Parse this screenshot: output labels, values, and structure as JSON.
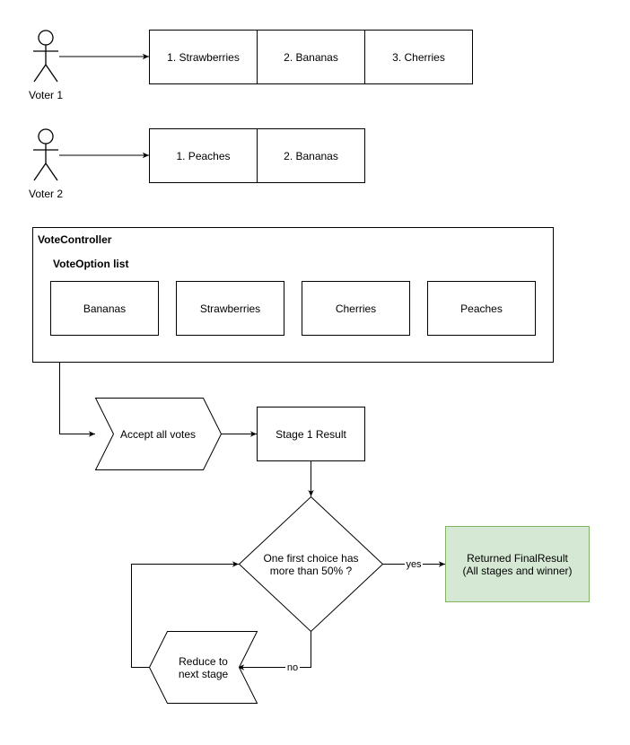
{
  "voters": [
    {
      "label": "Voter 1",
      "choices": [
        "1. Strawberries",
        "2. Bananas",
        "3. Cherries"
      ]
    },
    {
      "label": "Voter 2",
      "choices": [
        "1. Peaches",
        "2. Bananas"
      ]
    }
  ],
  "controller": {
    "title": "VoteController",
    "list_title": "VoteOption list",
    "options": [
      "Bananas",
      "Strawberries",
      "Cherries",
      "Peaches"
    ]
  },
  "flow": {
    "accept": "Accept all votes",
    "stage_result": "Stage 1 Result",
    "decision_line1": "One first choice has",
    "decision_line2": "more than 50% ?",
    "yes_label": "yes",
    "no_label": "no",
    "final_line1": "Returned FinalResult",
    "final_line2": "(All stages and winner)",
    "reduce_line1": "Reduce to",
    "reduce_line2": "next stage"
  },
  "colors": {
    "stroke": "#000000",
    "final_fill": "#d5e8d4",
    "final_stroke": "#82b366"
  }
}
